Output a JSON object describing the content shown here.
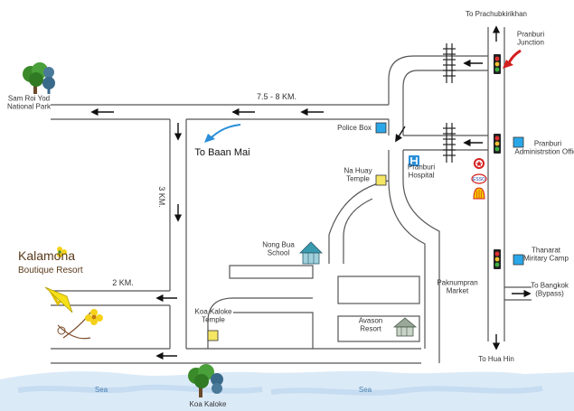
{
  "colors": {
    "road_outline": "#555555",
    "arrow": "#111111",
    "landmark_square": "#f5e663",
    "police_square": "#2aa7e8",
    "sea": "#cfe3f5",
    "hospital": "#2a8fd8",
    "tree": "#3a8a2a"
  },
  "destinations": {
    "north": "To Prachubkirikhan",
    "south": "To Hua Hin",
    "bypass": "To Bangkok\n(Bypass)"
  },
  "places": {
    "pranburi_junction": "Pranburi\nJunction",
    "sam_roi_yod": "Sam Roi Yod\nNational Park",
    "police_box": "Police Box",
    "baan_mai": "To Baan Mai",
    "pranburi_hospital": "Pranburi\nHospital",
    "na_huay_temple": "Na Huay\nTemple",
    "admin_office": "Pranburi\nAdministrstion Office",
    "nong_bua_school": "Nong Bua\nSchool",
    "thanarat_camp": "Thanarat\nMiritary Camp",
    "paknumpran_market": "Paknumpran\nMarket",
    "koa_kaloke_temple": "Koa Kaloke\nTemple",
    "avason_resort": "Avason\nResort",
    "koa_kaloke": "Koa Kaloke"
  },
  "distances": {
    "top": "7.5 - 8 KM.",
    "side": "3 KM.",
    "lower": "2 KM."
  },
  "resort": {
    "name": "Kalamona",
    "subtitle": "Boutique Resort"
  },
  "sea": {
    "left": "Sea",
    "right": "Sea"
  },
  "icons": {
    "traffic_light": "traffic-light-icon",
    "railway": "railway-track-icon",
    "hospital": "hospital-h-icon",
    "fuel_stations": [
      "texaco-logo",
      "esso-logo",
      "shell-logo"
    ],
    "tree": "tree-icon",
    "school": "school-house-icon",
    "resort": "resort-house-icon",
    "flower": "flower-icon"
  }
}
